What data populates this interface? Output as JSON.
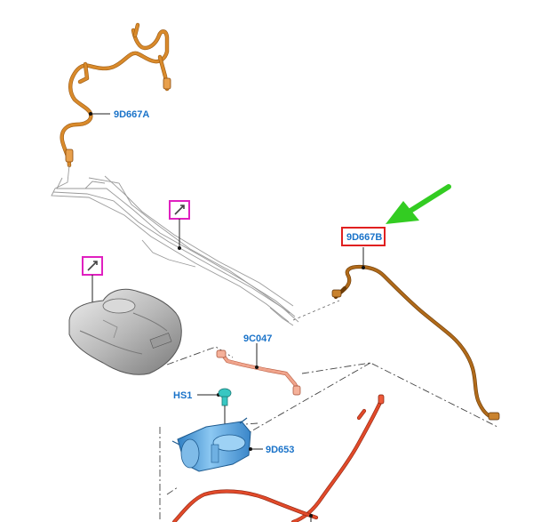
{
  "diagram": {
    "callouts": [
      {
        "id": "9d667a",
        "text": "9D667A"
      },
      {
        "id": "9d667b",
        "text": "9D667B"
      },
      {
        "id": "9c047",
        "text": "9C047"
      },
      {
        "id": "hs1",
        "text": "HS1"
      },
      {
        "id": "9d653",
        "text": "9D653"
      }
    ],
    "colors": {
      "callout_text": "#1a73c9",
      "highlight_box": "#e02020",
      "reference_box": "#e020c0",
      "arrow": "#33cc22",
      "hose_orange": "#d98a2b",
      "hose_red": "#e14a2a",
      "hose_salmon": "#f0a48c",
      "canister": "#5aa9e6",
      "tank": "#c8c8c8",
      "clip": "#38c7c2"
    },
    "icons": [
      "edit-reference-icon",
      "edit-reference-icon",
      "pointer-arrow-icon"
    ]
  }
}
